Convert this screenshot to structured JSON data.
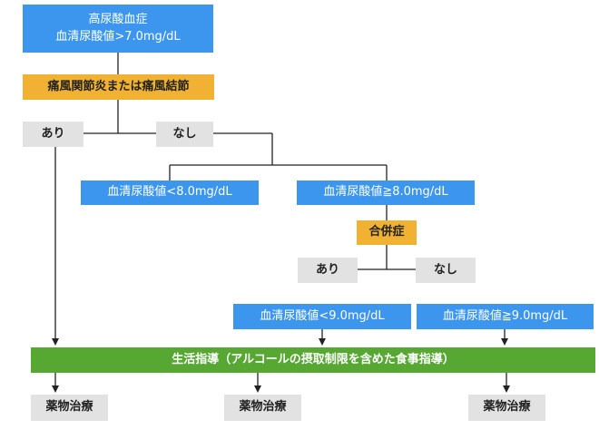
{
  "colors": {
    "decision_blue": "#3d96ee",
    "condition_orange": "#f1b233",
    "answer_gray": "#e2e2e2",
    "lifestyle_green": "#56a832",
    "connector": "#222222"
  },
  "flowchart": {
    "start": {
      "line1": "高尿酸血症",
      "line2": "血清尿酸値>7.0mg/dL"
    },
    "gout_question": "痛風関節炎または痛風結節",
    "gout_yes": "あり",
    "gout_no": "なし",
    "below_8": "血清尿酸値<8.0mg/dL",
    "at_or_above_8": "血清尿酸値≧8.0mg/dL",
    "complication_question": "合併症",
    "complication_yes": "あり",
    "complication_no": "なし",
    "below_9": "血清尿酸値<9.0mg/dL",
    "at_or_above_9": "血清尿酸値≧9.0mg/dL",
    "lifestyle": "生活指導（アルコールの摂取制限を含めた食事指導）",
    "drug_left": "薬物治療",
    "drug_middle": "薬物治療",
    "drug_right": "薬物治療"
  }
}
